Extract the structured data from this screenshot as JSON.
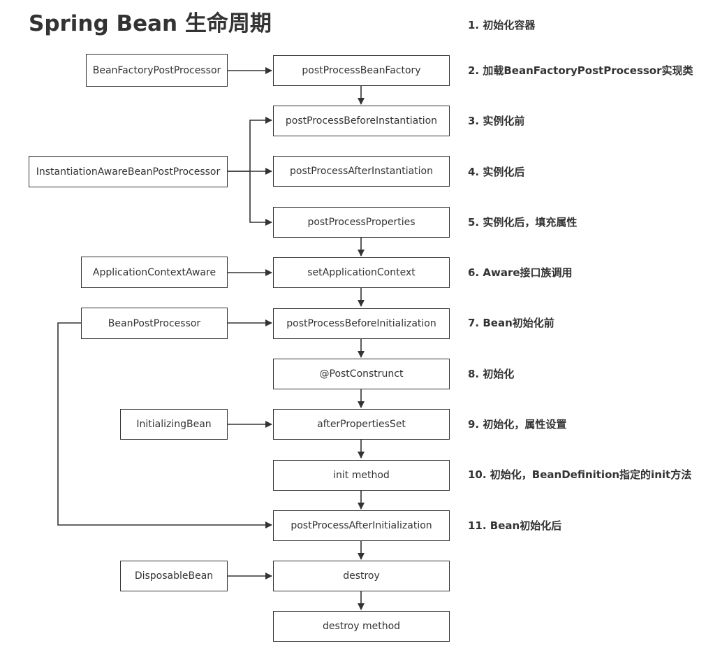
{
  "title": "Spring Bean 生命周期",
  "phases": [
    "postProcessBeanFactory",
    "postProcessBeforeInstantiation",
    "postProcessAfterInstantiation",
    "postProcessProperties",
    "setApplicationContext",
    "postProcessBeforeInitialization",
    "@PostConstrunct",
    "afterPropertiesSet",
    "init method",
    "postProcessAfterInitialization",
    "destroy",
    "destroy method"
  ],
  "sources": {
    "bean_factory_post_processor": "BeanFactoryPostProcessor",
    "instantiation_aware_bean_post_processor": "InstantiationAwareBeanPostProcessor",
    "application_context_aware": "ApplicationContextAware",
    "bean_post_processor": "BeanPostProcessor",
    "initializing_bean": "InitializingBean",
    "disposable_bean": "DisposableBean"
  },
  "steps": [
    "1. 初始化容器",
    "2. 加载BeanFactoryPostProcessor实现类",
    "3. 实例化前",
    "4. 实例化后",
    "5. 实例化后，填充属性",
    "6. Aware接口族调用",
    "7. Bean初始化前",
    "8. 初始化",
    "9. 初始化，属性设置",
    "10. 初始化，BeanDefinition指定的init方法",
    "11. Bean初始化后"
  ],
  "colors": {
    "line": "#333333",
    "text": "#333333",
    "background": "#ffffff"
  }
}
